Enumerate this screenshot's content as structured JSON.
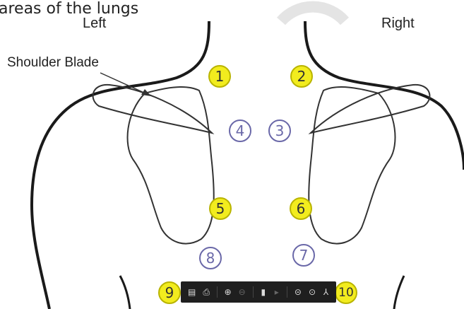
{
  "title": "areas of the lungs",
  "labels": {
    "left": "Left",
    "right": "Right",
    "shoulder_blade": "Shoulder Blade"
  },
  "markers": [
    {
      "num": "1",
      "style": "front"
    },
    {
      "num": "2",
      "style": "front"
    },
    {
      "num": "3",
      "style": "back"
    },
    {
      "num": "4",
      "style": "back"
    },
    {
      "num": "5",
      "style": "front"
    },
    {
      "num": "6",
      "style": "front"
    },
    {
      "num": "7",
      "style": "back"
    },
    {
      "num": "8",
      "style": "back"
    },
    {
      "num": "9",
      "style": "front"
    },
    {
      "num": "10",
      "style": "front"
    }
  ],
  "colors": {
    "front_marker": "#f2ec1e",
    "back_marker_outline": "#6a68a8",
    "outline": "#1a1a1a",
    "toolbar": "#1f1f1f"
  },
  "toolbar": {
    "icons": [
      "save-icon",
      "print-icon",
      "zoom-in-icon",
      "zoom-out-icon",
      "page-icon",
      "page-nav-icon",
      "fit-icon",
      "fit-width-icon",
      "acrobat-icon"
    ]
  }
}
